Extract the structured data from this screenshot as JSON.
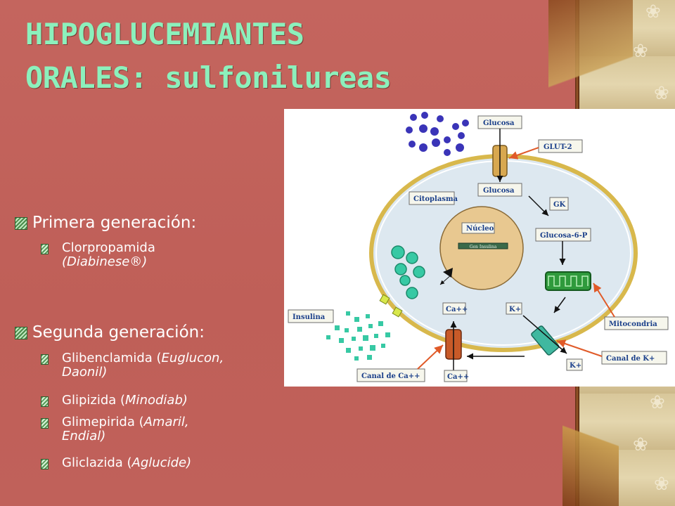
{
  "slide": {
    "title_line1": "HIPOGLUCEMIANTES",
    "title_line2": "ORALES: sulfonilureas",
    "primera": {
      "heading": "Primera generación:",
      "items": [
        {
          "name": "Clorpropamida",
          "brand": "(Diabinese®)"
        }
      ]
    },
    "segunda": {
      "heading": "Segunda generación:",
      "items": [
        {
          "line1": "Glibenclamida (",
          "brand1": "Euglucon,",
          "line2": "Daonil)"
        },
        {
          "line1": "Glipizida (",
          "brand1": "Minodiab)"
        },
        {
          "line1": "Glimepirida (",
          "brand1": "Amaril,",
          "line2": "Endial)"
        },
        {
          "line1": "Gliclazida (",
          "brand1": "Aglucide)"
        }
      ]
    }
  },
  "diagram": {
    "labels": {
      "glucosa_out": "Glucosa",
      "glut2": "GLUT-2",
      "glucosa_in": "Glucosa",
      "citoplasma": "Citoplasma",
      "gk": "GK",
      "nucleo": "Núcleo",
      "gen_insulina": "Gen Insulina",
      "glucosa6p": "Glucosa-6-P",
      "insulina": "Insulina",
      "ca_in": "Ca++",
      "k_in": "K+",
      "mitocondria": "Mitocondria",
      "canal_ca": "Canal de Ca++",
      "ca_out": "Ca++",
      "k_out": "K+",
      "canal_k": "Canal de K+"
    },
    "colors": {
      "glucose_dots": "#3a34b8",
      "insulin_dots": "#37c9a4",
      "cell_membrane": "#d8b84c",
      "cell_fill": "#dde8f0",
      "nucleus": "#e8c890",
      "mitochondria": "#2f9a3c",
      "arrows_red": "#e05a28"
    }
  }
}
